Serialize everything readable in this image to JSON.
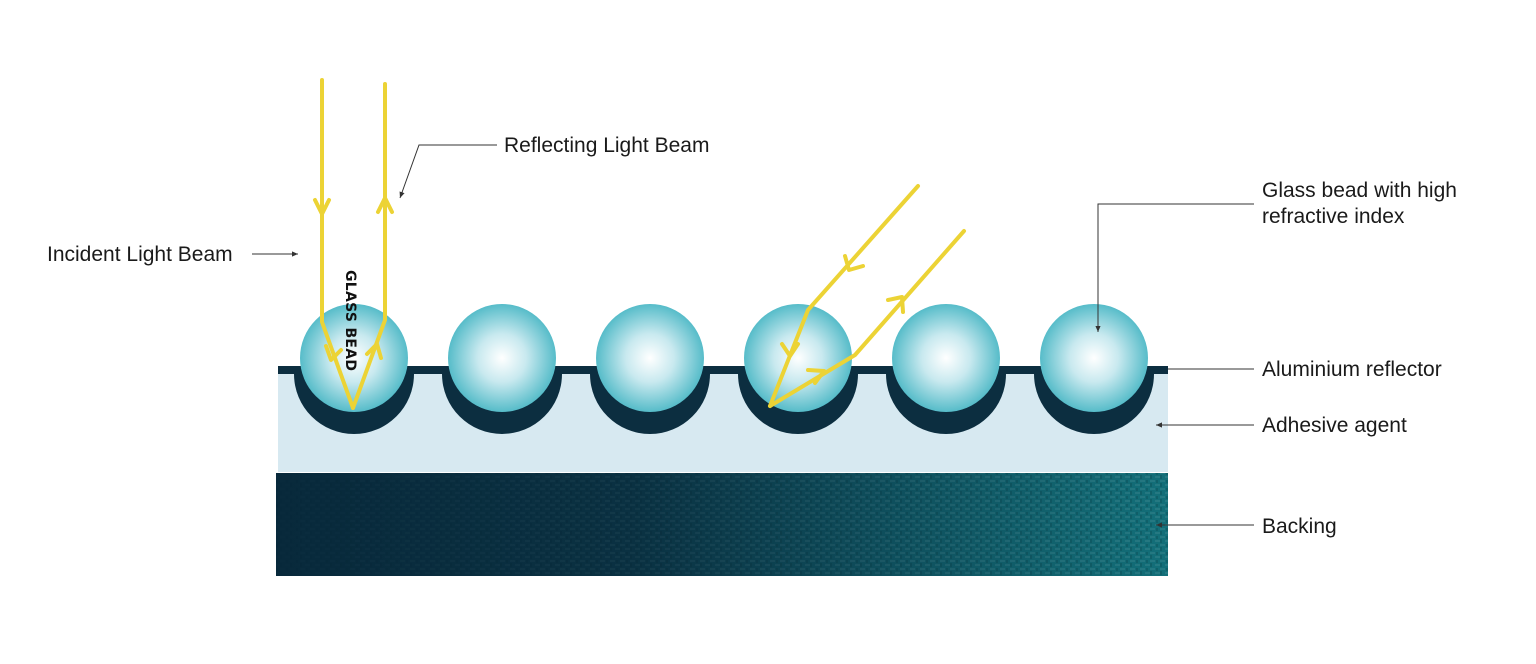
{
  "labels": {
    "reflecting": "Reflecting Light Beam",
    "incident": "Incident Light Beam",
    "glass_bead_vertical": "GLASS BEAD",
    "glass_bead_line1": "Glass bead with high",
    "glass_bead_line2": "refractive index",
    "reflector": "Aluminium reflector",
    "adhesive": "Adhesive agent",
    "backing": "Backing"
  },
  "colors": {
    "beam": "#ecd335",
    "reflector": "#0c2e40",
    "adhesive": "#d7e9f1",
    "backing_dark": "#08293b",
    "backing_light": "#136f79",
    "bead_center": "#ffffff",
    "bead_edge": "#56bcc9"
  },
  "beads": {
    "count": 6
  }
}
